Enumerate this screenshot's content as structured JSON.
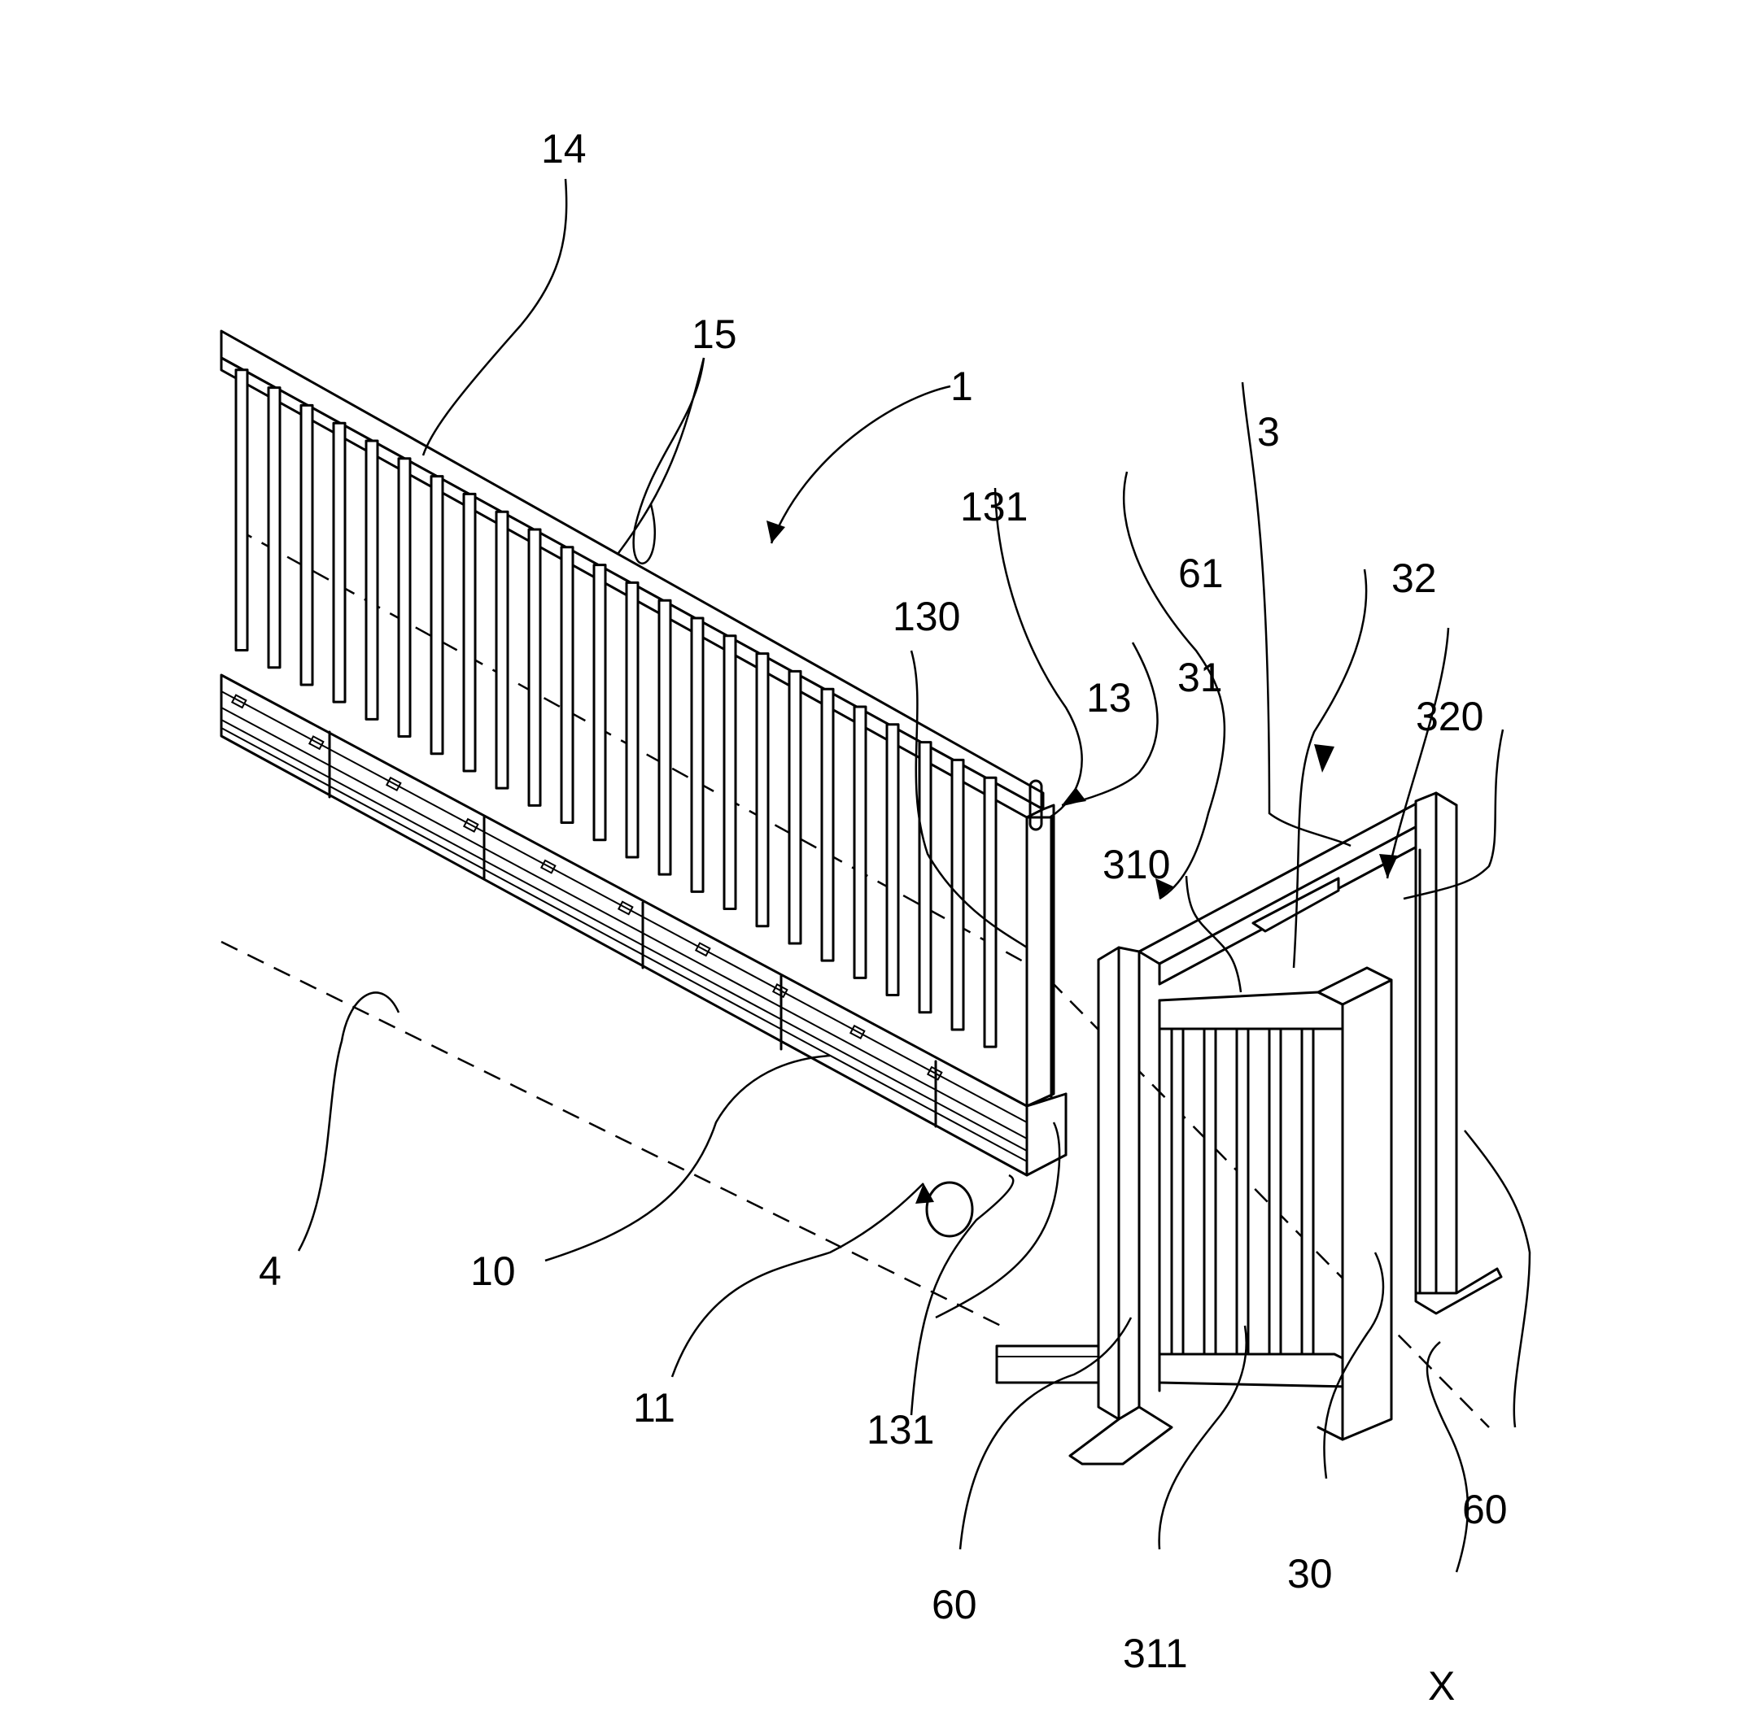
{
  "figure": {
    "type": "patent-drawing",
    "description": "Perspective view of a sliding gate with receiving post frame",
    "reference_numerals": {
      "gate": "1",
      "base_beam": "10",
      "roller": "11",
      "gate_end": "13",
      "end_profile": "130",
      "end_element_top": "131",
      "end_element_bottom": "131",
      "top_rail": "14",
      "bars": "15",
      "receiving_frame": "3",
      "frame_body": "30",
      "inner_frame": "31",
      "inner_frame_top": "310",
      "inner_frame_bottom": "311",
      "receiver": "32",
      "receiver_part": "320",
      "ground": "4",
      "post_left": "60",
      "post_right": "60",
      "crossbar": "61",
      "axis": "X"
    }
  }
}
